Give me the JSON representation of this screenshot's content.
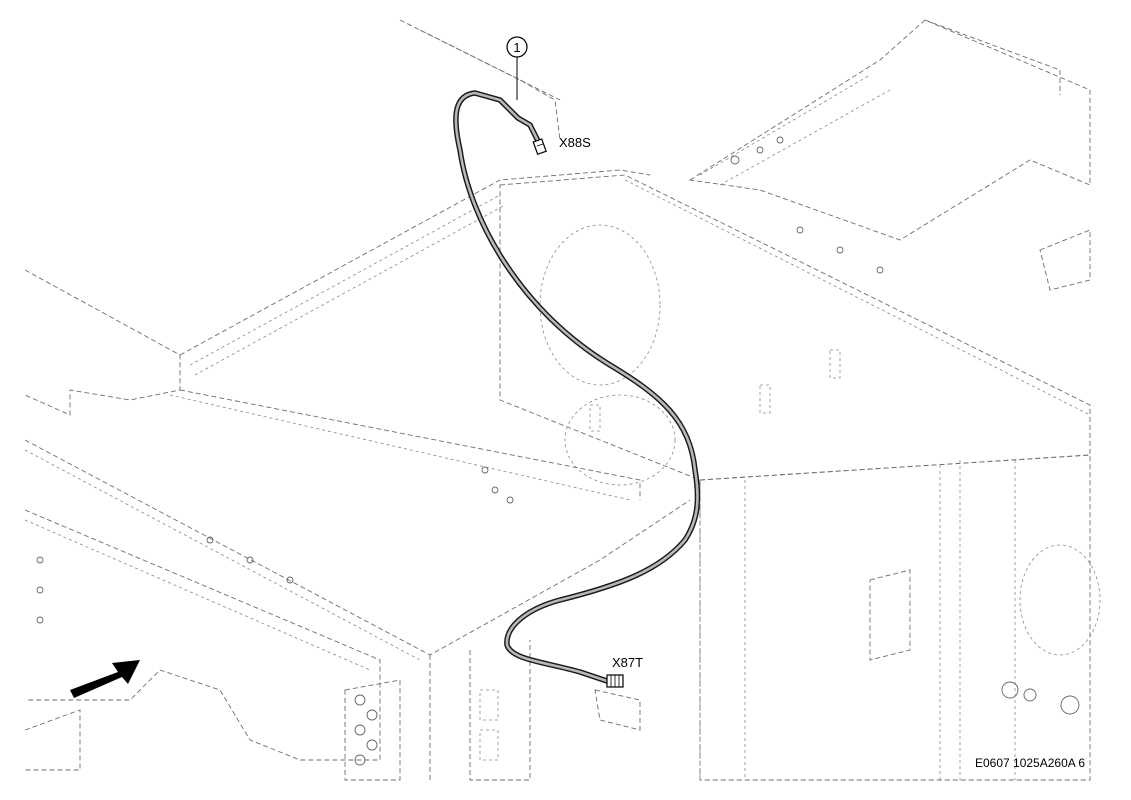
{
  "callout": {
    "number": "1"
  },
  "connectors": {
    "top": "X88S",
    "bottom": "X87T"
  },
  "drawing_code": "E0607 1025A260A 6",
  "icons": {
    "direction_arrow": "direction-arrow-icon"
  }
}
